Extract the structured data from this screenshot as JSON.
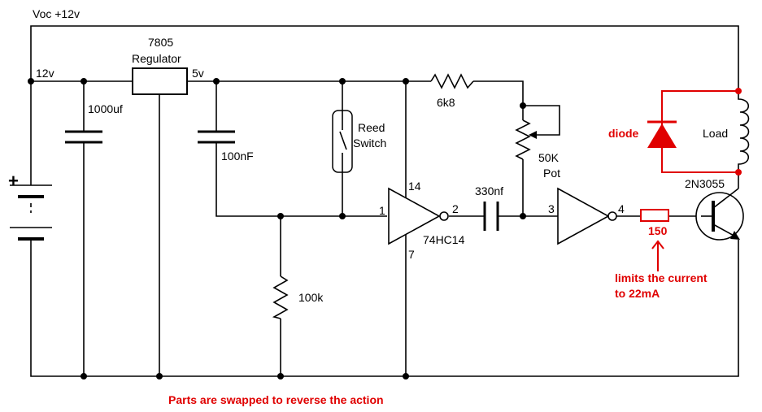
{
  "labels": {
    "supply": "Voc +12v",
    "v12": "12v",
    "regulator_part": "7805",
    "regulator_name": "Regulator",
    "v5": "5v",
    "c_1000uf": "1000uf",
    "c_100nf": "100nF",
    "reed_1": "Reed",
    "reed_2": "Switch",
    "r_6k8": "6k8",
    "pot_1": "50K",
    "pot_2": "Pot",
    "r_100k": "100k",
    "pin1": "1",
    "pin2": "2",
    "pin3": "3",
    "pin4": "4",
    "pin14": "14",
    "pin7": "7",
    "ic_name": "74HC14",
    "c_330nf": "330nf",
    "transistor": "2N3055",
    "load": "Load",
    "diode": "diode",
    "r_150": "150",
    "note_1": "limits the current",
    "note_2": "to 22mA",
    "battery_plus": "+",
    "caption": "Parts are swapped to reverse the action"
  },
  "colors": {
    "wire": "#000000",
    "highlight": "#e00000"
  }
}
